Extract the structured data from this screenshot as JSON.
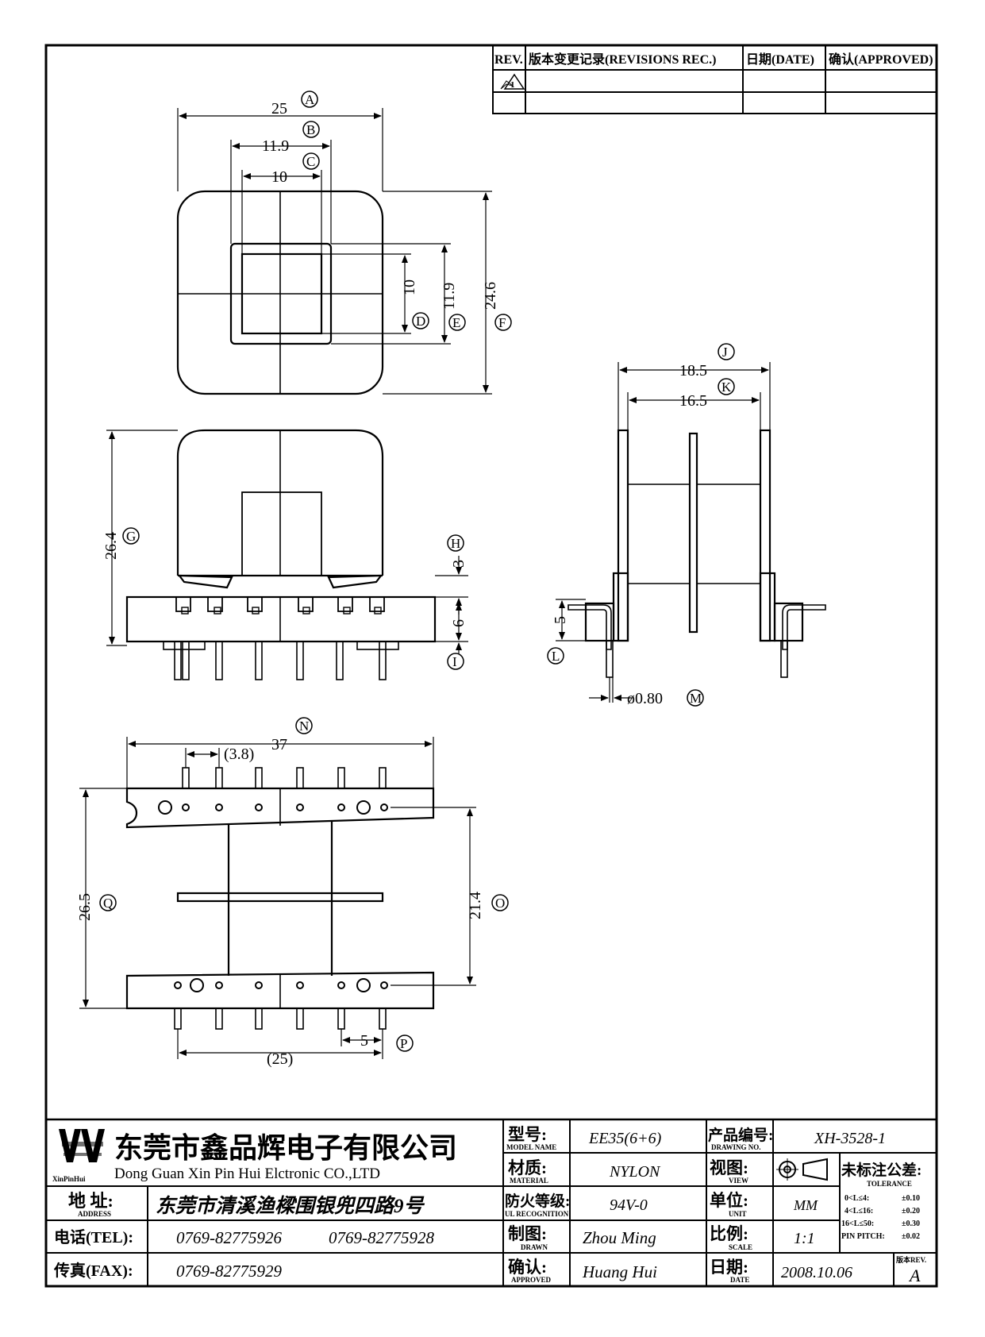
{
  "revision_table": {
    "rev_header": "REV.",
    "revisions_header": "版本变更记录(REVISIONS REC.)",
    "date_header": "日期(DATE)",
    "approved_header": "确认(APPROVED)",
    "rev_mark": "1"
  },
  "dimensions": {
    "A": {
      "value": "25",
      "label": "A"
    },
    "B": {
      "value": "11.9",
      "label": "B"
    },
    "C": {
      "value": "10",
      "label": "C"
    },
    "D": {
      "value": "10",
      "label": "D"
    },
    "E": {
      "value": "11.9",
      "label": "E"
    },
    "F": {
      "value": "24.6",
      "label": "F"
    },
    "G": {
      "value": "26.4",
      "label": "G"
    },
    "H": {
      "value": "3",
      "label": "H"
    },
    "I": {
      "value": "6",
      "label": "I"
    },
    "J": {
      "value": "18.5",
      "label": "J"
    },
    "K": {
      "value": "16.5",
      "label": "K"
    },
    "L": {
      "value": "5",
      "label": "L"
    },
    "M": {
      "value": "ø0.80",
      "label": "M"
    },
    "N": {
      "value": "37",
      "label": "N"
    },
    "N_pitch": {
      "value": "(3.8)"
    },
    "O": {
      "value": "21.4",
      "label": "O"
    },
    "P": {
      "value": "5",
      "label": "P"
    },
    "P_span": {
      "value": "(25)"
    },
    "Q": {
      "value": "26.5",
      "label": "Q"
    }
  },
  "title_block": {
    "company_cn": "东莞市鑫品辉电子有限公司",
    "company_en": "Dong Guan Xin Pin Hui Elctronic CO.,LTD",
    "logo_text": "XinPinHui",
    "address_label": "地  址:",
    "address_label_en": "ADDRESS",
    "address": "东莞市清溪渔樑围银兜四路9号",
    "tel_label": "电话(TEL):",
    "tel1": "0769-82775926",
    "tel2": "0769-82775928",
    "fax_label": "传真(FAX):",
    "fax": "0769-82775929",
    "model_label": "型号:",
    "model_label_en": "MODEL NAME",
    "model": "EE35(6+6)",
    "material_label": "材质:",
    "material_label_en": "MATERIAL",
    "material": "NYLON",
    "flammability_label": "防火等级:",
    "flammability_label_en": "UL RECOGNITION",
    "flammability": "94V-0",
    "drawn_label": "制图:",
    "drawn_label_en": "DRAWN",
    "drawn": "Zhou Ming",
    "approved_label": "确认:",
    "approved_label_en": "APPROVED",
    "approved": "Huang Hui",
    "drawing_no_label": "产品编号:",
    "drawing_no_label_en": "DRAWING NO.",
    "drawing_no": "XH-3528-1",
    "view_label": "视图:",
    "view_label_en": "VIEW",
    "unit_label": "单位:",
    "unit_label_en": "UNIT",
    "unit": "MM",
    "scale_label": "比例:",
    "scale_label_en": "SCALE",
    "scale": "1:1",
    "date_label": "日期:",
    "date_label_en": "DATE",
    "date": "2008.10.06",
    "tolerance_label": "未标注公差:",
    "tolerance_label_en": "TOLERANCE",
    "tolerances": [
      {
        "range": "0<L≤4:",
        "value": "±0.10"
      },
      {
        "range": "4<L≤16:",
        "value": "±0.20"
      },
      {
        "range": "16<L≤50:",
        "value": "±0.30"
      },
      {
        "range": "PIN PITCH:",
        "value": "±0.02"
      }
    ],
    "rev_label": "版本REV.",
    "rev": "A"
  }
}
